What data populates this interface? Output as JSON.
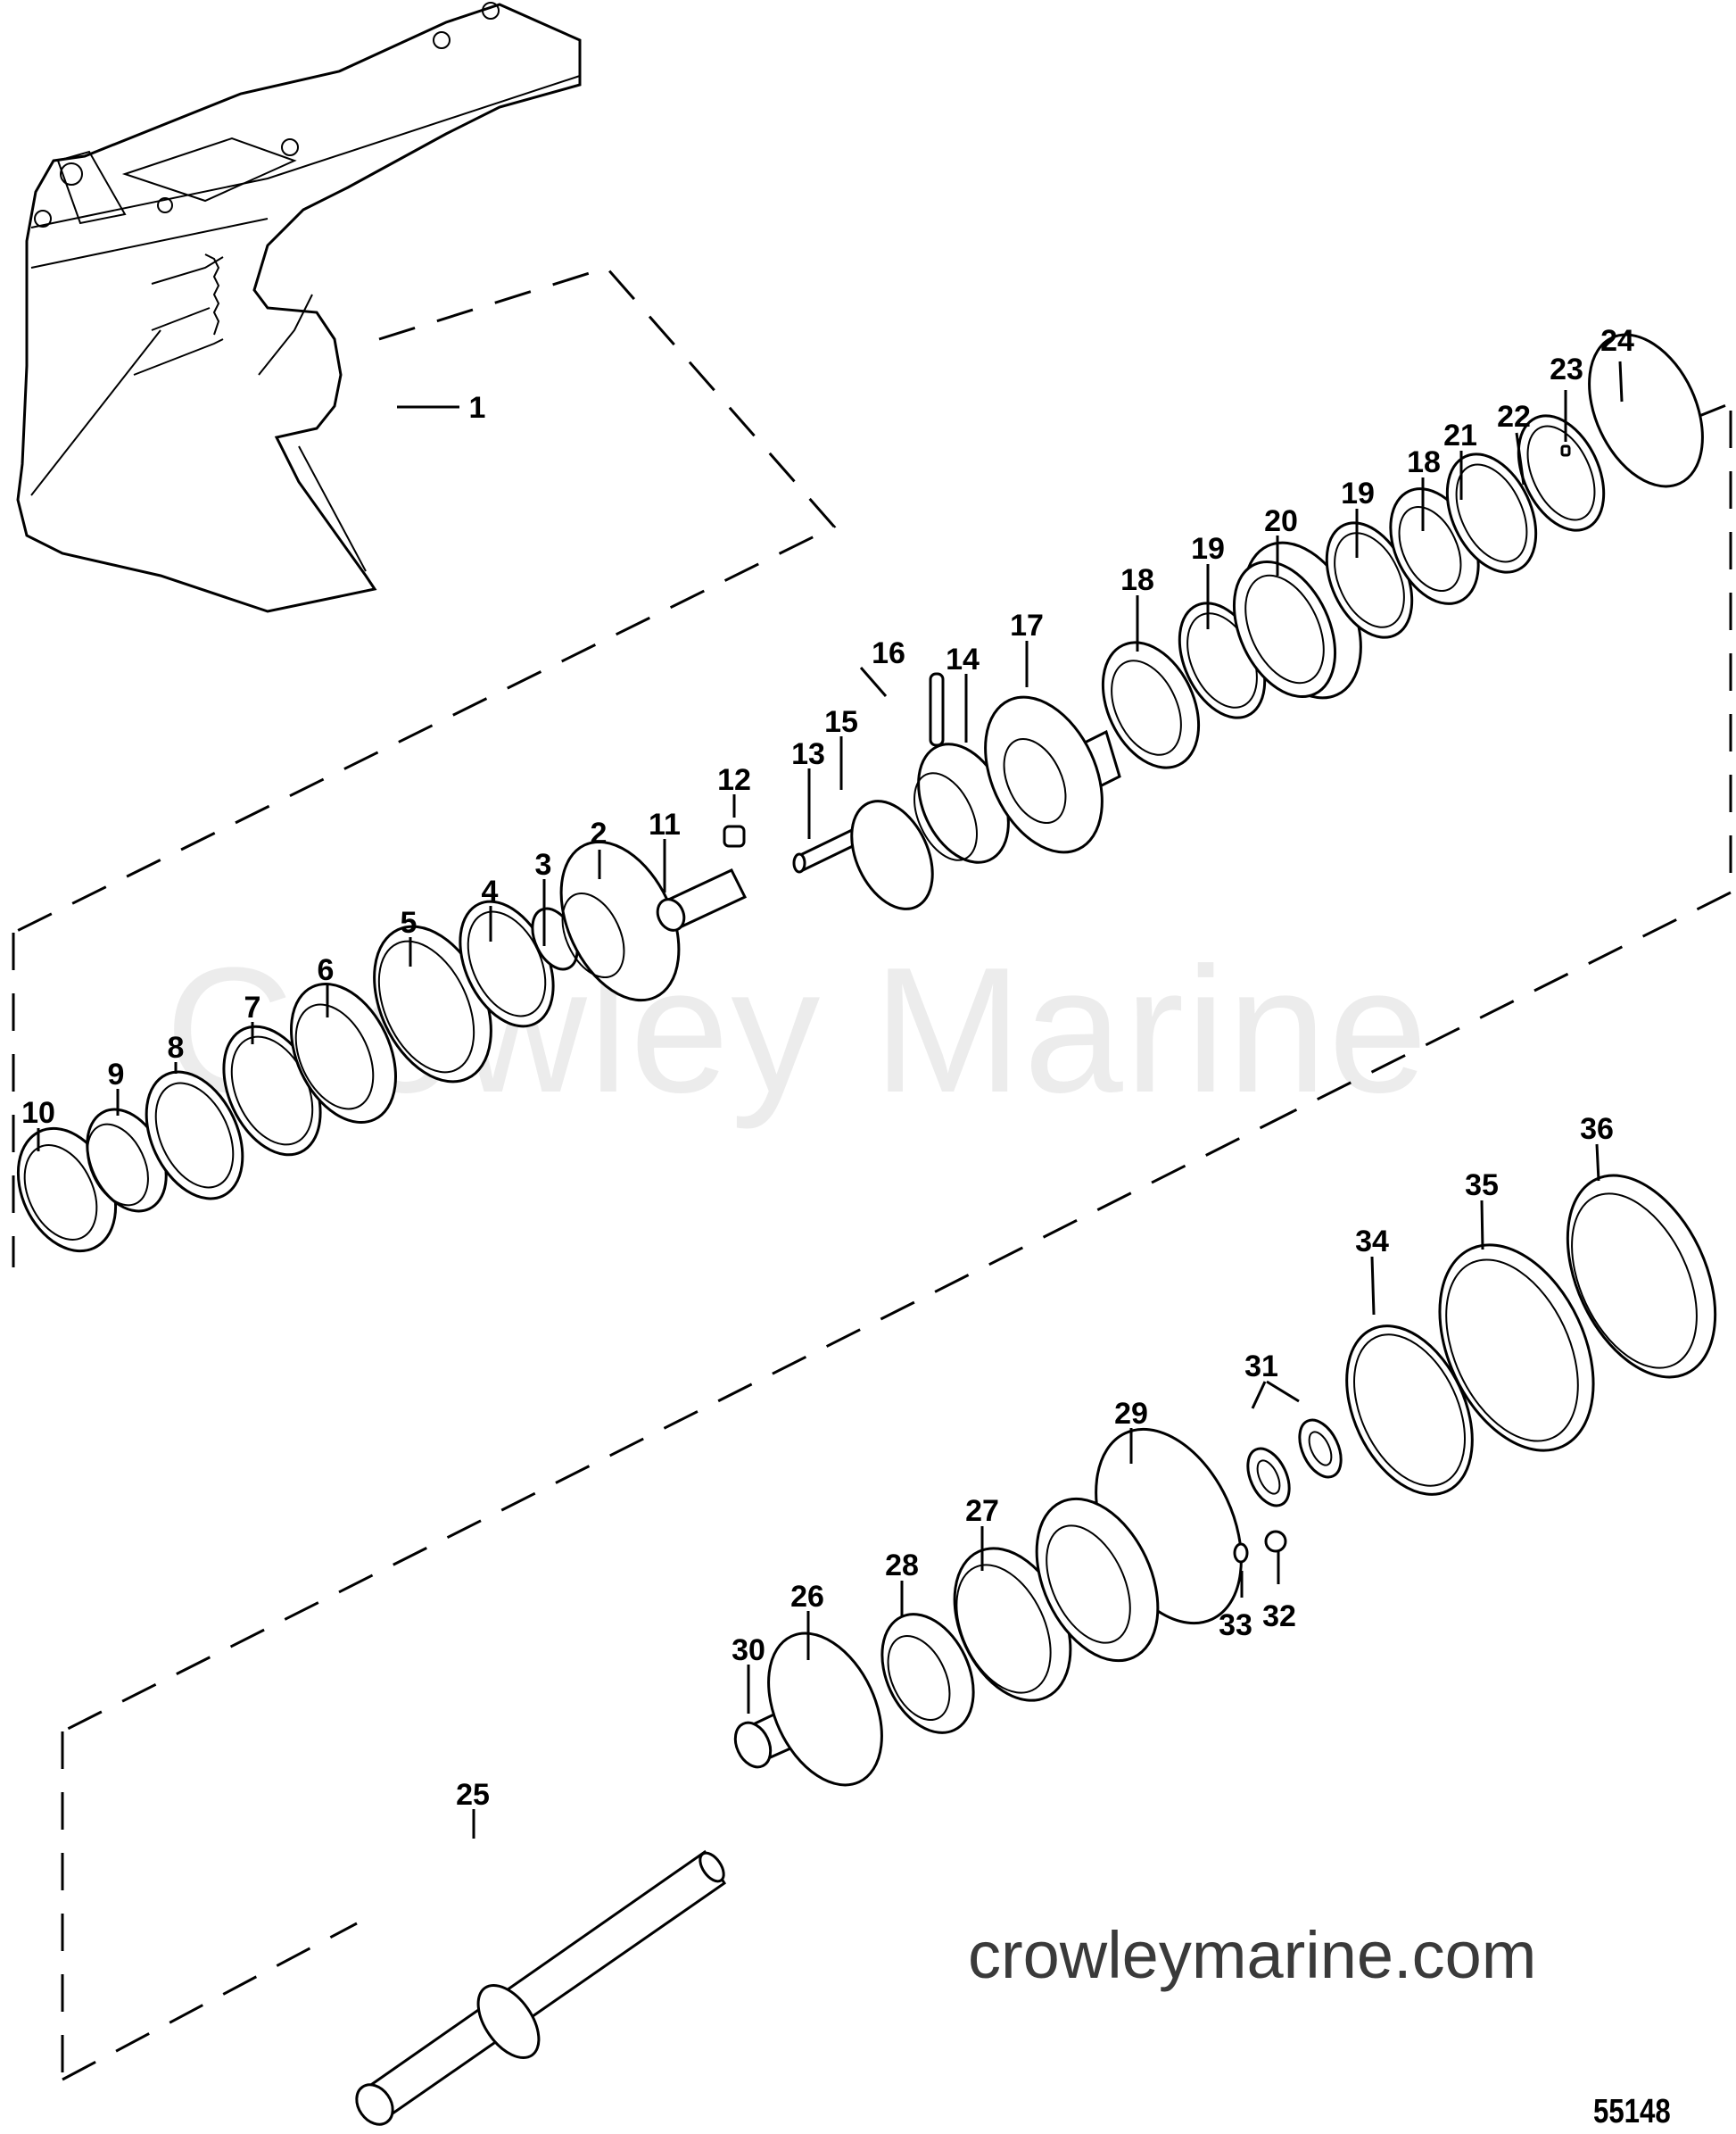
{
  "watermark": "Crowley Marine",
  "site_url": "crowleymarine.com",
  "figure_number": "55148",
  "callouts": [
    {
      "id": "c1",
      "label": "1"
    },
    {
      "id": "c2",
      "label": "2"
    },
    {
      "id": "c3",
      "label": "3"
    },
    {
      "id": "c4",
      "label": "4"
    },
    {
      "id": "c5",
      "label": "5"
    },
    {
      "id": "c6",
      "label": "6"
    },
    {
      "id": "c7",
      "label": "7"
    },
    {
      "id": "c8",
      "label": "8"
    },
    {
      "id": "c9",
      "label": "9"
    },
    {
      "id": "c10",
      "label": "10"
    },
    {
      "id": "c11",
      "label": "11"
    },
    {
      "id": "c12",
      "label": "12"
    },
    {
      "id": "c13",
      "label": "13"
    },
    {
      "id": "c14",
      "label": "14"
    },
    {
      "id": "c15",
      "label": "15"
    },
    {
      "id": "c16",
      "label": "16"
    },
    {
      "id": "c17",
      "label": "17"
    },
    {
      "id": "c18a",
      "label": "18"
    },
    {
      "id": "c19a",
      "label": "19"
    },
    {
      "id": "c20",
      "label": "20"
    },
    {
      "id": "c19b",
      "label": "19"
    },
    {
      "id": "c18b",
      "label": "18"
    },
    {
      "id": "c21",
      "label": "21"
    },
    {
      "id": "c22",
      "label": "22"
    },
    {
      "id": "c23",
      "label": "23"
    },
    {
      "id": "c24",
      "label": "24"
    },
    {
      "id": "c25",
      "label": "25"
    },
    {
      "id": "c26",
      "label": "26"
    },
    {
      "id": "c27",
      "label": "27"
    },
    {
      "id": "c28",
      "label": "28"
    },
    {
      "id": "c29",
      "label": "29"
    },
    {
      "id": "c30",
      "label": "30"
    },
    {
      "id": "c31",
      "label": "31"
    },
    {
      "id": "c32",
      "label": "32"
    },
    {
      "id": "c33",
      "label": "33"
    },
    {
      "id": "c34",
      "label": "34"
    },
    {
      "id": "c35",
      "label": "35"
    },
    {
      "id": "c36",
      "label": "36"
    }
  ]
}
